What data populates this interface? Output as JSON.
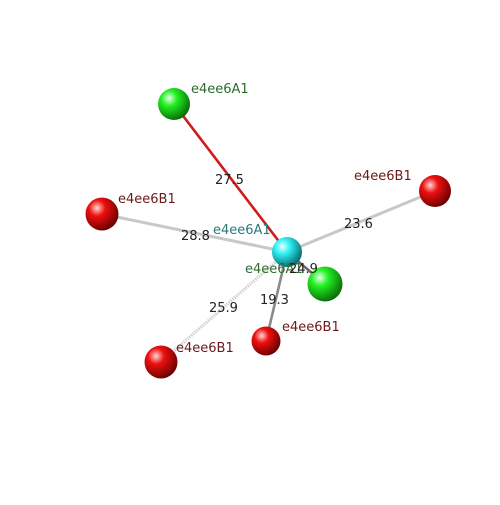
{
  "colors": {
    "background": "#ffffff",
    "center_atom": "#00e5ee",
    "green_atom": "#00ee00",
    "red_atom": "#ee0000",
    "bond_red": "#d11a1a",
    "bond_gray": "#c8c8c8",
    "bond_dark": "#7a7a7a",
    "label_green": "#2e6b2e",
    "label_red": "#6a1a1a",
    "label_center": "#2a7a7a",
    "distance_text": "#222222"
  },
  "atoms": {
    "center": {
      "label": "e4ee6A1",
      "kind": "center"
    },
    "a1_top": {
      "label": "e4ee6A1",
      "kind": "green"
    },
    "green_near": {
      "label": "e4ee6A1",
      "kind": "green"
    },
    "b1_left": {
      "label": "e4ee6B1",
      "kind": "red"
    },
    "b1_right": {
      "label": "e4ee6B1",
      "kind": "red"
    },
    "b1_bottom_left": {
      "label": "e4ee6B1",
      "kind": "red"
    },
    "b1_bottom": {
      "label": "e4ee6B1",
      "kind": "red"
    }
  },
  "distances": {
    "to_a1_top": "27.5",
    "to_b1_left": "28.8",
    "to_b1_right": "23.6",
    "to_green_near": "24.9",
    "to_b1_bottom_left": "25.9",
    "to_b1_bottom": "19.3"
  }
}
